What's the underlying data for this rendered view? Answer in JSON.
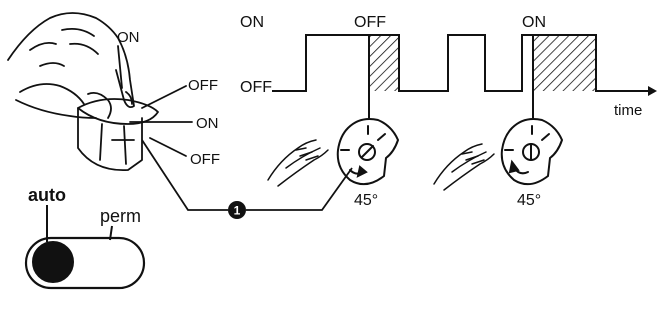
{
  "hand_timer": {
    "on_top": "ON",
    "off_upper": "OFF",
    "on_middle": "ON",
    "off_lower": "OFF"
  },
  "switch": {
    "auto_label": "auto",
    "perm_label": "perm",
    "position": "auto"
  },
  "callout": {
    "number": "1"
  },
  "timing_chart": {
    "on_level": "ON",
    "off_level": "OFF",
    "off_marker": "OFF",
    "on_marker": "ON",
    "time_axis": "time"
  },
  "dials": [
    {
      "angle_label": "45°"
    },
    {
      "angle_label": "45°"
    }
  ],
  "colors": {
    "ink": "#111111",
    "paper": "#ffffff"
  }
}
